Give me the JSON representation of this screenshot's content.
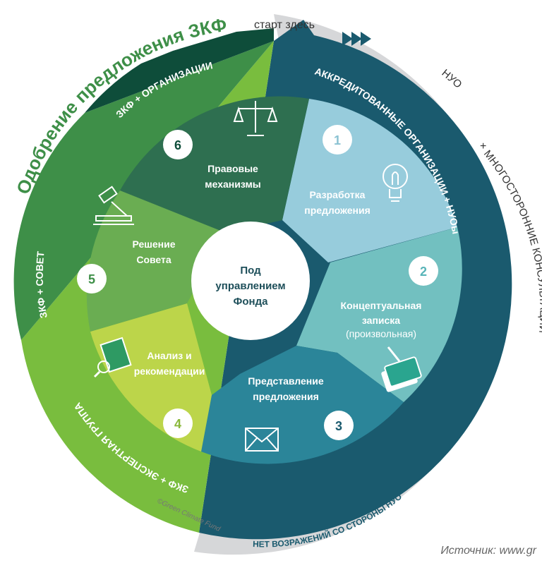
{
  "diagram": {
    "approval_arc_title": "Одобрение предложения ЗКФ",
    "start_label": "старт здесь",
    "center_label": [
      "Под",
      "управлением",
      "Фонда"
    ],
    "outer_labels": {
      "nuo": "НУО",
      "plus": "+",
      "consultations": "МНОГОСТОРОННИЕ КОНСУЛЬТАЦИИ",
      "no_objection": "НЕТ ВОЗРАЖЕНИЙ СО СТОРОНЫ НУО"
    },
    "actor_labels": {
      "accredited": "АККРЕДИТОВАННЫЕ ОРГАНИЗАЦИИ + НУОы",
      "gcf_organizations": "ЗКФ + ОРГАНИЗАЦИИ",
      "gcf_council": "ЗКФ + СОВЕТ",
      "gcf_experts": "ЗКФ + ЭКСПЕРТНАЯ ГРУППА"
    },
    "stages": [
      {
        "number": "1",
        "label": [
          "Разработка",
          "предложения"
        ],
        "icon": "lightbulb-icon"
      },
      {
        "number": "2",
        "label": [
          "Концептуальная",
          "записка"
        ],
        "note": "(произвольная)",
        "icon": "documents-pen-icon"
      },
      {
        "number": "3",
        "label": [
          "Представление",
          "предложения"
        ],
        "icon": "envelope-icon"
      },
      {
        "number": "4",
        "label": [
          "Анализ и",
          "рекомендации"
        ],
        "icon": "magnifier-document-icon"
      },
      {
        "number": "5",
        "label": [
          "Решение",
          "Совета"
        ],
        "icon": "gavel-icon"
      },
      {
        "number": "6",
        "label": [
          "Правовые",
          "механизмы"
        ],
        "icon": "scales-icon"
      }
    ],
    "copyright": "©Green Climate Fund",
    "source": "Источник: www.gr"
  },
  "colors": {
    "approval_dark": "#0e4d3a",
    "council_green": "#3e8f48",
    "experts_green": "#79bd3e",
    "accredited_teal": "#1a5a6e",
    "light_blue": "#97ccdc",
    "mid_teal": "#72c0c0",
    "deep_teal": "#2b8599",
    "gray_ring": "#d6d7d9"
  }
}
